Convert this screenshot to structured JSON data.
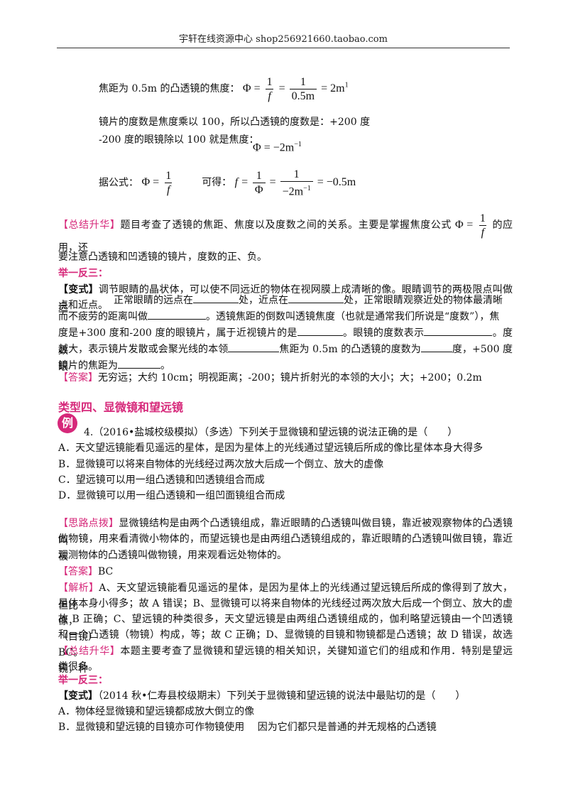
{
  "header": "宇轩在线资源中心   shop256921660.taobao.com",
  "top": {
    "focal_intro": "焦距为 0.5m 的凸透镜的焦度：",
    "eq1": {
      "phi": "Φ",
      "eq": "=",
      "one": "1",
      "f": "f",
      "half": "0.5m",
      "result": "= 2m",
      "exp": "1"
    },
    "degree_line": "镜片的度数是焦度乘以 100，所以凸透镜的度数是：+200 度",
    "minus_line": "-200 度的眼镜除以 100 就是焦度：",
    "eq2": {
      "lhs": "Φ = −2m",
      "exp": "−1"
    },
    "by_formula": "据公式：",
    "can_get": "可得：",
    "eq3": {
      "lhs": "f =",
      "one": "1",
      "phi": "Φ",
      "den": "−2m",
      "exp": "−1",
      "result": "= −0.5m"
    }
  },
  "summary1": {
    "tag": "【总结升华】",
    "text_a": "题目考查了透镜的焦距、焦度以及度数之间的关系。主要是掌握焦度公式",
    "text_b": "的应用，还",
    "text_c": "要注意凸透镜和凹透镜的镜片，度数的正、负。"
  },
  "example1": {
    "heading": "举一反三：",
    "tag": "【变式】",
    "l1": "调节眼睛的晶状体，可以使不同远近的物体在视网膜上成清晰的像。眼睛调节的两极限点叫做远",
    "l2": "点和近点。",
    "l3a": "正常眼睛的远点在",
    "l3b": "处，近点在",
    "l3c": "处，正常眼睛观察近处的物体最清晰",
    "l4a": "而不疲劳的距离叫做",
    "l4b": "。透镜焦距的倒数叫透镜焦度（也就是通常我们所说是“度数”），焦",
    "l5a": "度是+300 度和-200 度的眼镜片，属于近视镜片的是",
    "l5b": "。眼镜的度数表示",
    "l5c": "。度数",
    "l6a": "越大，表示镜片发散或会聚光线的本领",
    "l6b": "焦距为 0.5m 的凸透镜的度数为",
    "l6c": "度，+500 度眼",
    "l7a": "镜片的焦距为",
    "l7b": "。",
    "answer_tag": "【答案】",
    "answer": "无穷远；大约 10cm；明视距离；-200；镜片折射光的本领的大小；大；+200；0.2m"
  },
  "section4": {
    "title": "类型四、显微镜和望远镜",
    "badge": "例",
    "question": "4.（2016•盐城校级模拟）（多选）下列关于显微镜和望远镜的说法正确的是（　　）",
    "options": [
      "A．天文望远镜能看见遥远的星体，是因为星体上的光线通过望远镜后所成的像比星体本身大得多",
      "B．显微镜可以将来自物体的光线经过两次放大后成一个倒立、放大的虚像",
      "C．望远镜可以用一组凸透镜和凹透镜组合而成",
      "D．显微镜可以用一组凸透镜和一组凹面镜组合而成"
    ],
    "hint_tag": "【思路点拨】",
    "hint": [
      "显微镜结构是由两个凸透镜组成，靠近眼睛的凸透镜叫做目镜，靠近被观察物体的凸透镜叫",
      "做物镜，用来看清微小物体的，而望远镜也是由两组凸透镜组成的，靠近眼睛的凸透镜叫做目镜，靠近被",
      "观测物体的凸透镜叫做物镜，用来观看远处物体的。"
    ],
    "answer_tag": "【答案】",
    "answer": "BC",
    "analysis_tag": "【解析】",
    "analysis": [
      "A、天文望远镜能看见遥远的星体，是因为星体上的光线通过望远镜后所成的像得到了放大，但比",
      "星体本身小得多；故 A 错误；B、显微镜可以将来自物体的光线经过两次放大后成一个倒立、放大的虚像，",
      "故 B 正确；C、望远镜的种类很多，天文望远镜是由两组凸透镜组成的，伽利略望远镜由一个凹透镜（目镜）",
      "和一个凸透镜（物镜）构成，等；故 C 正确；D、显微镜的目镜和物镜都是凸透镜；故 D 错误，故选 BC。"
    ],
    "summary_tag": "【总结升华】",
    "summary": [
      "本题主要考查了显微镜和望远镜的相关知识，关键知道它们的组成和作用．特别是望远镜，种",
      "类很多。"
    ],
    "heading2": "举一反三：",
    "variant_tag": "【变式】",
    "variant": "（2014 秋•仁寿县校级期末）下列关于显微镜和望远镜的说法中最贴切的是（　　）",
    "variant_options": [
      "A．物体经显微镜和望远镜都成放大倒立的像",
      "B．显微镜和望远镜的目镜亦可作物镜使用　 因为它们都只是普通的并无规格的凸透镜"
    ]
  }
}
